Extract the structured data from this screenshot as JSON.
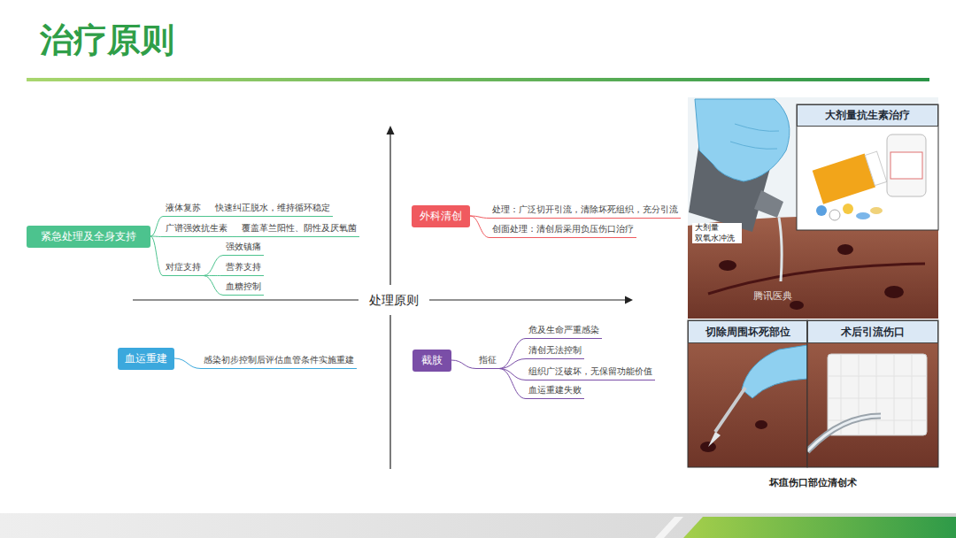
{
  "diagram": {
    "title": "治疗原则",
    "caption": "坏疽伤口部位清创术",
    "nodes": [
      {
        "text": [
          "紧急处理及全身支持"
        ]
      },
      {
        "text": [
          "液体复苏"
        ]
      },
      {
        "text": [
          "快速纠正脱水，维持循环稳定"
        ]
      },
      {
        "text": [
          "广谱强效抗生素"
        ]
      },
      {
        "text": [
          "覆盖革兰阳性、阴性及厌氧菌"
        ]
      },
      {
        "text": [
          "对症支持"
        ]
      },
      {
        "text": [
          "强效镇痛"
        ]
      },
      {
        "text": [
          "营养支持"
        ]
      },
      {
        "text": [
          "血糖控制"
        ]
      },
      {
        "text": [
          "外科清创"
        ]
      },
      {
        "text": [
          "处理：广泛切开引流，清除坏死组织，充分引流"
        ]
      },
      {
        "text": [
          "创面处理：清创后采用负压伤口治疗"
        ]
      },
      {
        "text": [
          "血运重建"
        ]
      },
      {
        "text": [
          "感染初步控制后评估血管条件实施重建"
        ]
      },
      {
        "text": [
          "截肢"
        ]
      },
      {
        "text": [
          "指征"
        ]
      },
      {
        "text": [
          "危及生命严重感染"
        ]
      },
      {
        "text": [
          "清创无法控制"
        ]
      },
      {
        "text": [
          "组织广泛破坏，无保留功能价值"
        ]
      },
      {
        "text": [
          "血运重建失败"
        ]
      },
      {
        "text": [
          "大剂量抗生素治疗"
        ]
      },
      {
        "text": [
          "切除周围坏死部位"
        ]
      },
      {
        "text": [
          "术后引流伤口"
        ]
      }
    ],
    "edges": [
      {
        "from": 0,
        "to": 1,
        "arrow": "none"
      },
      {
        "from": 1,
        "to": 2,
        "arrow": "none"
      },
      {
        "from": 0,
        "to": 3,
        "arrow": "none"
      },
      {
        "from": 3,
        "to": 4,
        "arrow": "none"
      },
      {
        "from": 0,
        "to": 5,
        "arrow": "none"
      },
      {
        "from": 5,
        "to": 6,
        "arrow": "none"
      },
      {
        "from": 5,
        "to": 7,
        "arrow": "none"
      },
      {
        "from": 5,
        "to": 8,
        "arrow": "none"
      },
      {
        "from": 9,
        "to": 10,
        "arrow": "none"
      },
      {
        "from": 9,
        "to": 11,
        "arrow": "none"
      },
      {
        "from": 12,
        "to": 13,
        "arrow": "none"
      },
      {
        "from": 14,
        "to": 15,
        "arrow": "none"
      },
      {
        "from": 15,
        "to": 16,
        "arrow": "none"
      },
      {
        "from": 15,
        "to": 17,
        "arrow": "none"
      },
      {
        "from": 15,
        "to": 18,
        "arrow": "none"
      },
      {
        "from": 15,
        "to": 19,
        "arrow": "none"
      }
    ],
    "labels": [
      "处理原则",
      "大剂量 双氧水冲洗",
      "腾讯医典"
    ]
  }
}
